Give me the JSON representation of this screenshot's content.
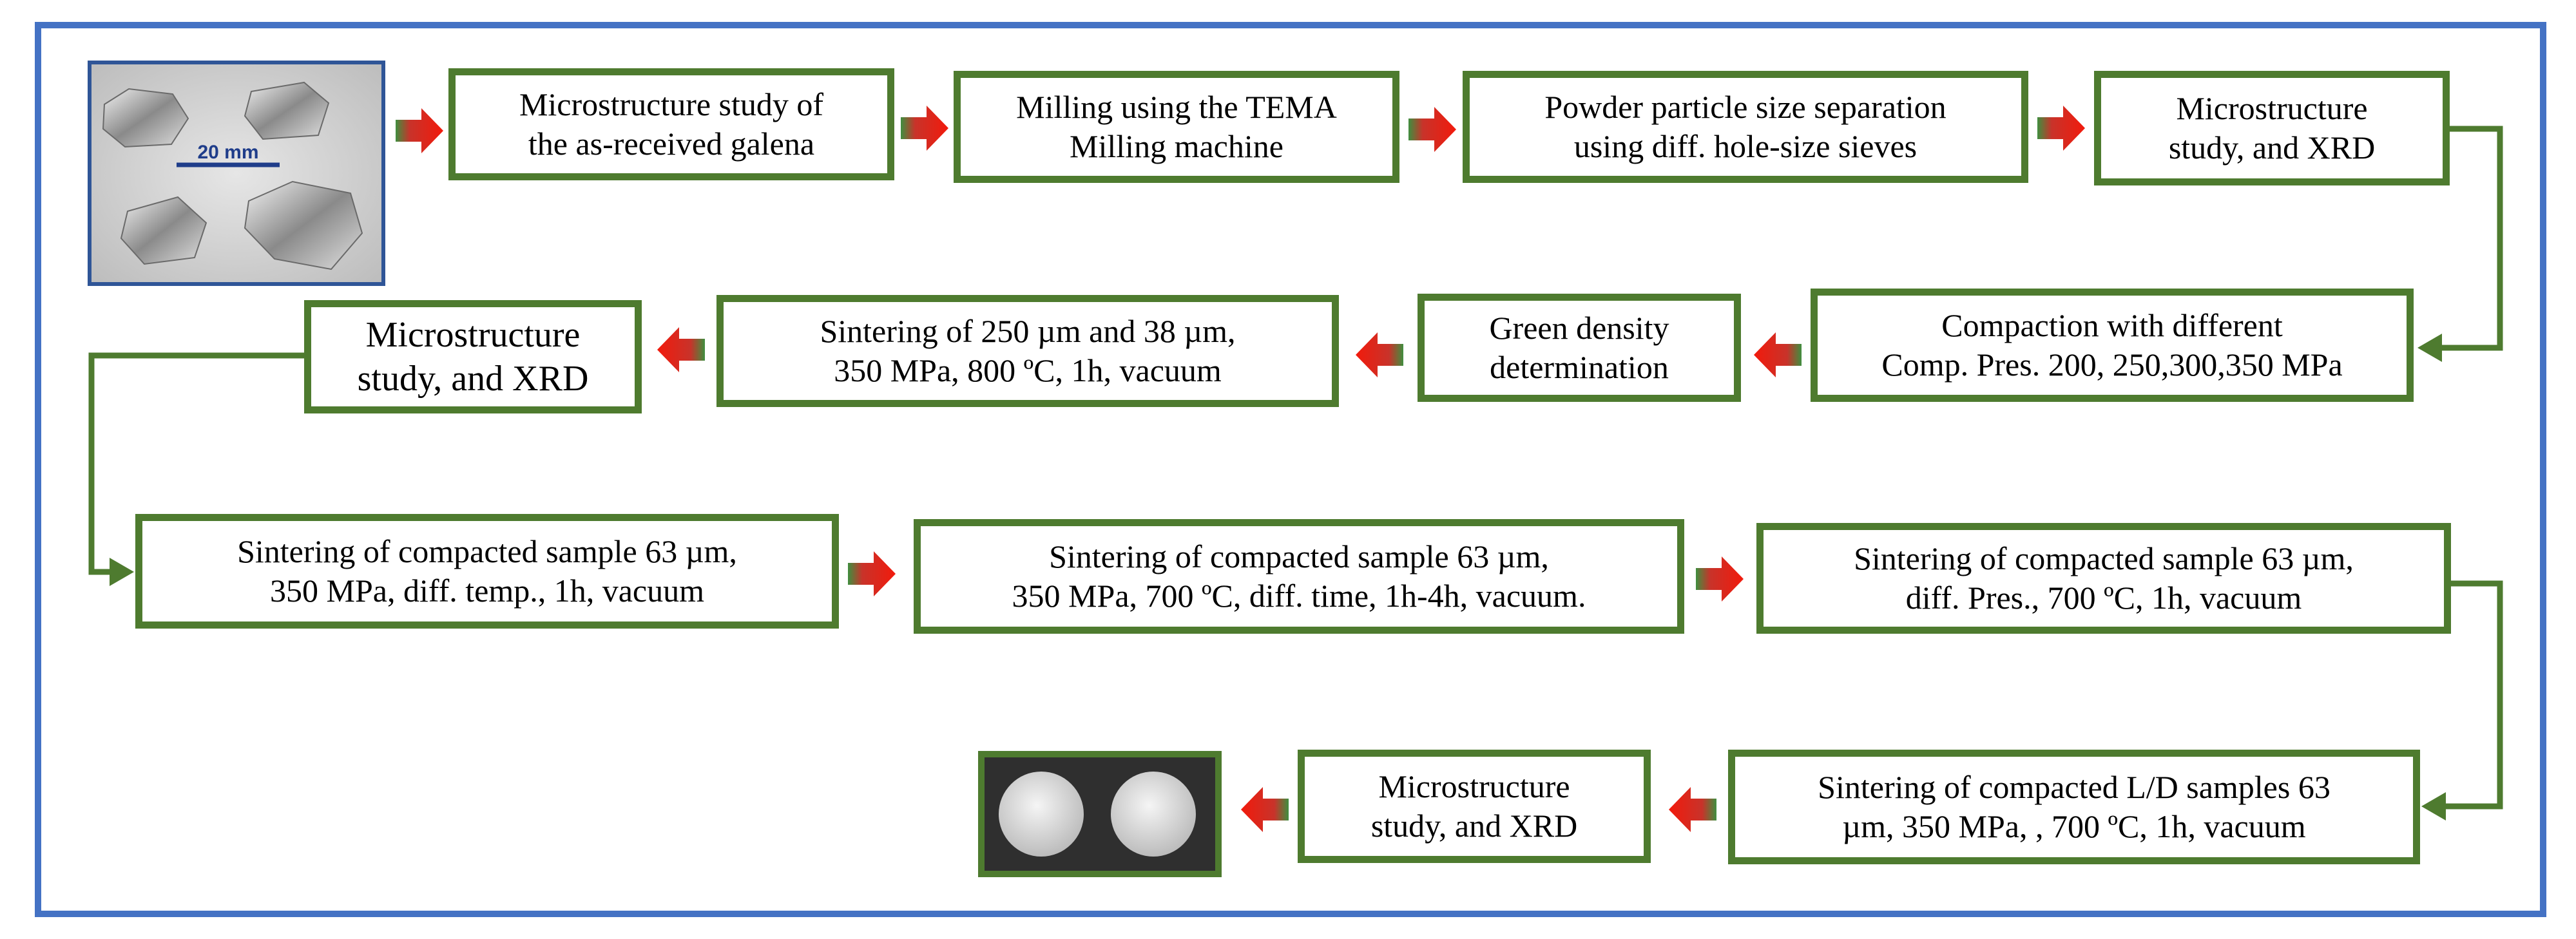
{
  "colors": {
    "frame": "#4472c4",
    "box_border": "#4e7b2f",
    "arrow_fill": "#e8170c",
    "arrow_tail": "#3f8f3f",
    "connector": "#4e7b2f",
    "photo_bg": "#cfcfcf",
    "pellet_bg": "#2f2f2f"
  },
  "galena_photo": {
    "icon": "galena-fragments-photo",
    "scale_label": "20 mm"
  },
  "pellet_photo": {
    "icon": "sintered-pellets-photo"
  },
  "steps": {
    "s1": "Microstructure study of\nthe as-received galena",
    "s2": "Milling using  the TEMA\nMilling machine",
    "s3": "Powder particle size separation\nusing diff. hole-size sieves",
    "s4": "Microstructure\nstudy, and XRD",
    "s5": "Compaction with different\nComp. Pres. 200, 250,300,350 MPa",
    "s6": "Green density\ndetermination",
    "s7": "Sintering of 250 µm and 38 µm,\n350 MPa, 800 ºC, 1h, vacuum",
    "s8": "Microstructure\nstudy, and XRD",
    "s9": "Sintering of  compacted sample 63 µm,\n350 MPa,  diff. temp., 1h, vacuum",
    "s10": "Sintering of  compacted sample 63 µm,\n350 MPa, 700 ºC, diff. time, 1h-4h, vacuum.",
    "s11": "Sintering of  compacted sample 63 µm,\ndiff. Pres., 700 ºC, 1h, vacuum",
    "s12": "Sintering of  compacted L/D samples 63\nµm, 350 MPa, , 700 ºC, 1h, vacuum",
    "s13": "Microstructure\nstudy, and XRD"
  }
}
